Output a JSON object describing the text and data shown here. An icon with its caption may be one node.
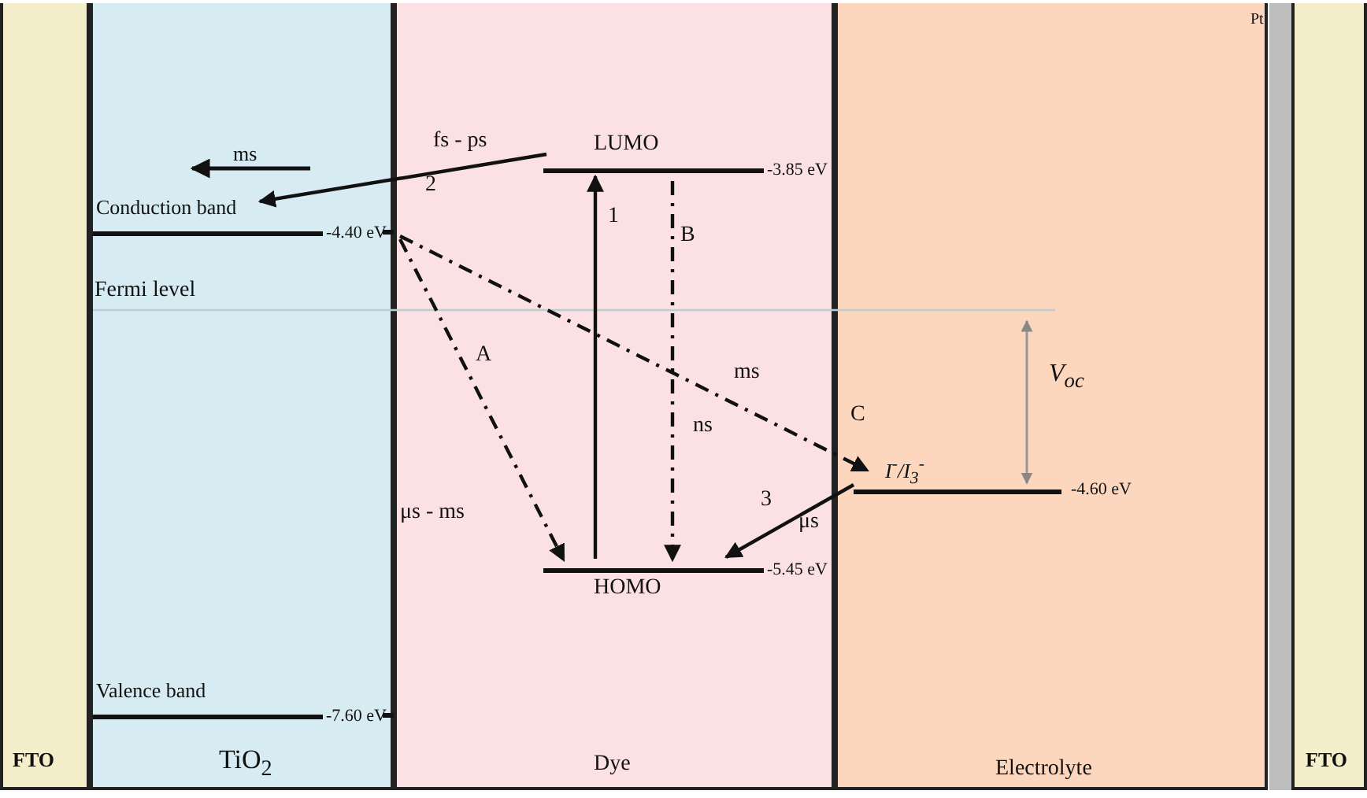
{
  "diagram": {
    "nodes": [
      {
        "text": [
          "FTO"
        ]
      },
      {
        "text": [
          "TiO$_{2}$"
        ]
      },
      {
        "text": [
          "Conduction band"
        ],
        "beside": [
          "-4.40 eV"
        ],
        "in": 1
      },
      {
        "text": [
          "Valence band"
        ],
        "beside": [
          "-7.60 eV"
        ],
        "in": 1
      },
      {
        "text": [
          "Dye"
        ]
      },
      {
        "text": [
          "LUMO"
        ],
        "beside": [
          "-3.85 eV"
        ],
        "in": 4
      },
      {
        "text": [
          "HOMO"
        ],
        "beside": [
          "-5.45 eV"
        ],
        "in": 4
      },
      {
        "text": [
          "Electrolyte"
        ]
      },
      {
        "text": [
          "I$^{-}$/I$_{3}$$^{-}$"
        ],
        "beside": [
          "-4.60 eV"
        ],
        "in": 7
      },
      {
        "text": [
          "FTO"
        ]
      }
    ],
    "edges": [
      {
        "from": 5,
        "to": 2,
        "arrow": "to",
        "label": "fs - ps"
      },
      {
        "from": 6,
        "to": 5,
        "arrow": "to",
        "label": "1"
      },
      {
        "from": 5,
        "to": 6,
        "arrow": "to",
        "label": "ns",
        "style": "dashed"
      },
      {
        "from": 2,
        "to": 6,
        "arrow": "to",
        "label": "μs - ms",
        "style": "dashed"
      },
      {
        "from": 2,
        "to": 8,
        "arrow": "to",
        "label": "ms",
        "style": "dashed"
      },
      {
        "from": 8,
        "to": 6,
        "arrow": "to",
        "label": "μs"
      }
    ],
    "labels": [
      "Pt",
      "ms",
      "2",
      "B",
      "Fermi level",
      "A",
      "V$_{oc}$",
      "C",
      "3"
    ]
  }
}
